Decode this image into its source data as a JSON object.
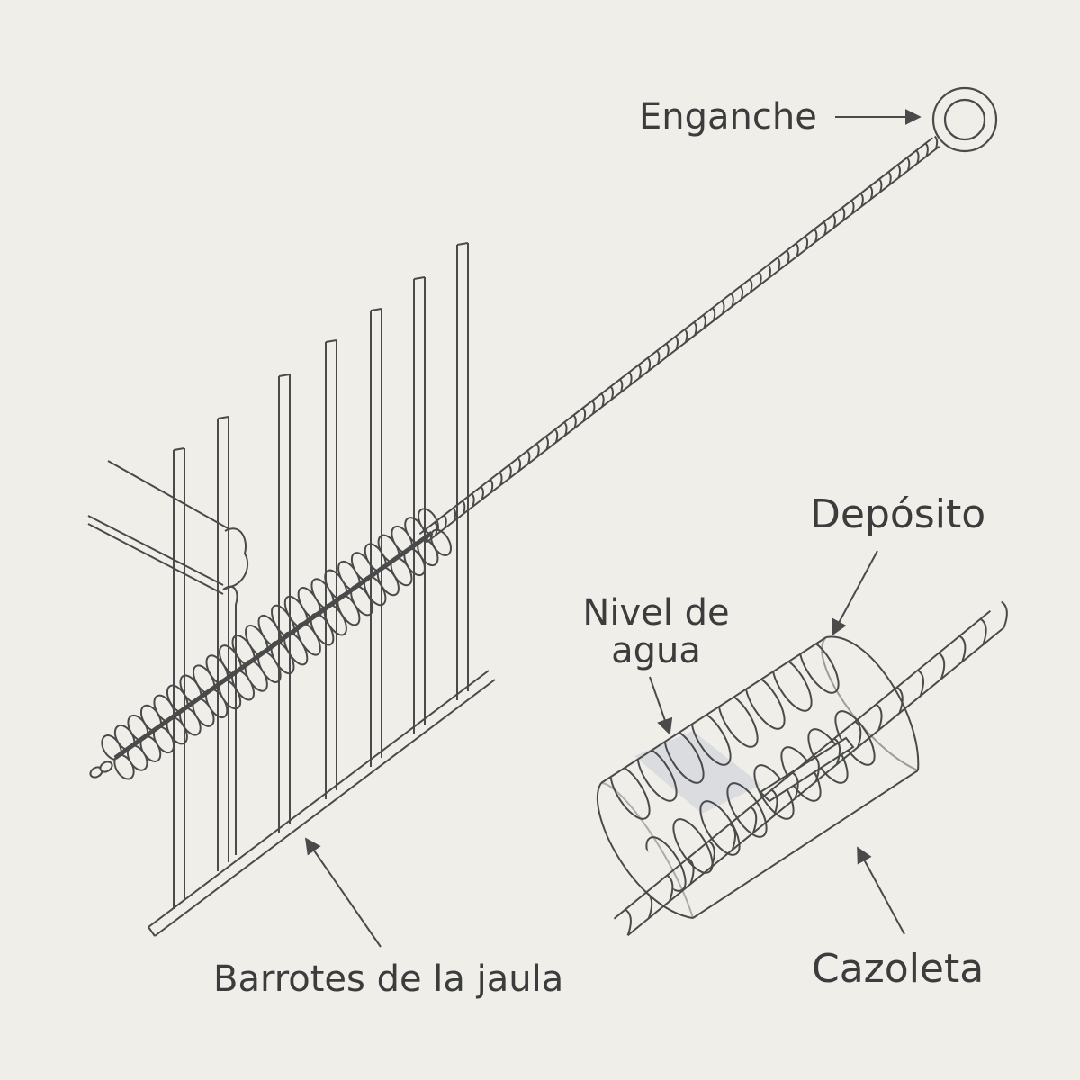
{
  "labels": {
    "hook": "Enganche",
    "reservoir": "Depósito",
    "water_level_line1": "Nivel de",
    "water_level_line2": "agua",
    "cage_bars": "Barrotes de la jaula",
    "cup": "Cazoleta"
  },
  "colors": {
    "background": "#efeee9",
    "stroke": "#4a4a4a",
    "water": "#c9ced9"
  }
}
